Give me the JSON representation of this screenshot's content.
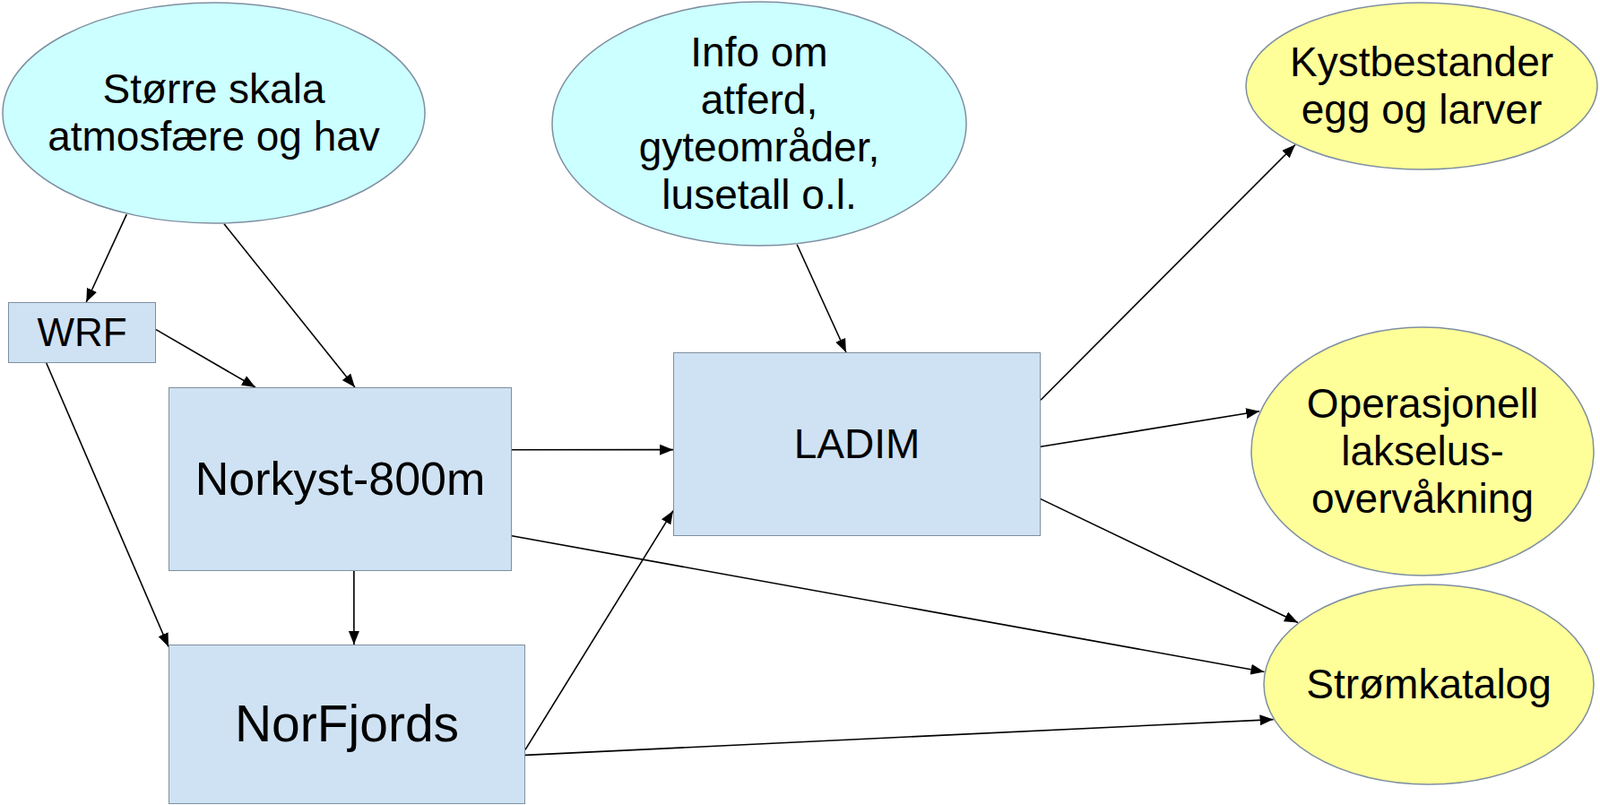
{
  "diagram": {
    "nodes": [
      {
        "text": [
          "Større skala atmosfære og hav"
        ]
      },
      {
        "text": [
          "Info om atferd, gyteområder, lusetall o.l."
        ]
      },
      {
        "text": [
          "Kystbestander egg og larver"
        ]
      },
      {
        "text": [
          "WRF"
        ]
      },
      {
        "text": [
          "Norkyst-800m"
        ]
      },
      {
        "text": [
          "LADIM"
        ]
      },
      {
        "text": [
          "Operasjonell lakselus-overvåkning"
        ]
      },
      {
        "text": [
          "NorFjords"
        ]
      },
      {
        "text": [
          "Strømkatalog"
        ]
      }
    ],
    "edges": [
      {
        "from": 0,
        "to": 3,
        "arrow": "to"
      },
      {
        "from": 0,
        "to": 4,
        "arrow": "to"
      },
      {
        "from": 3,
        "to": 4,
        "arrow": "to"
      },
      {
        "from": 3,
        "to": 7,
        "arrow": "to"
      },
      {
        "from": 4,
        "to": 7,
        "arrow": "to"
      },
      {
        "from": 4,
        "to": 5,
        "arrow": "to"
      },
      {
        "from": 7,
        "to": 5,
        "arrow": "to"
      },
      {
        "from": 1,
        "to": 5,
        "arrow": "to"
      },
      {
        "from": 5,
        "to": 2,
        "arrow": "to"
      },
      {
        "from": 5,
        "to": 6,
        "arrow": "to"
      },
      {
        "from": 5,
        "to": 8,
        "arrow": "to"
      },
      {
        "from": 4,
        "to": 8,
        "arrow": "to"
      },
      {
        "from": 7,
        "to": 8,
        "arrow": "to"
      }
    ]
  }
}
